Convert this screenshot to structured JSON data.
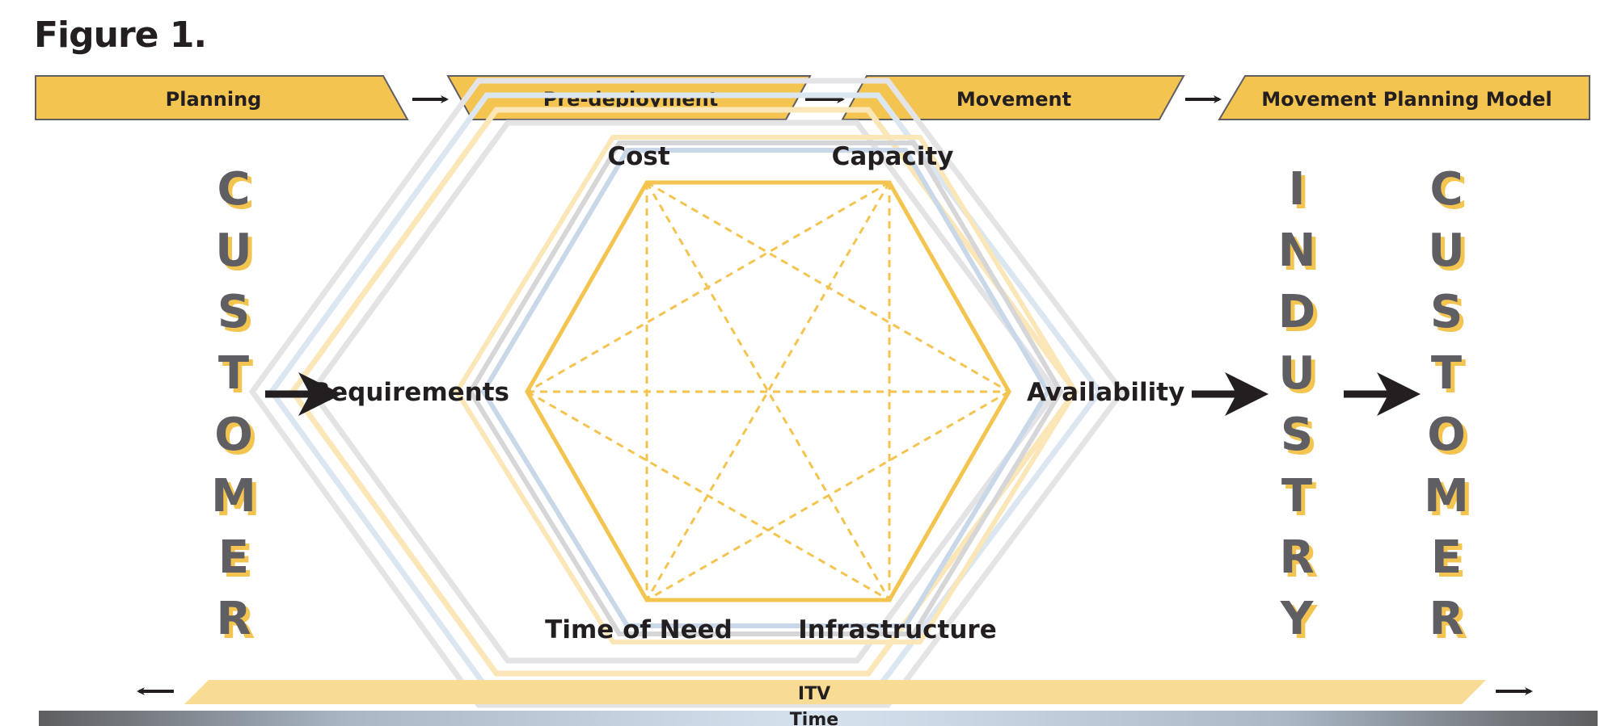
{
  "figure_title": "Figure 1.",
  "stages": [
    "Planning",
    "Pre-deployment",
    "Movement",
    "Movement Planning Model"
  ],
  "nodes": {
    "cost": "Cost",
    "capacity": "Capacity",
    "requirements": "Requirements",
    "availability": "Availability",
    "time_of_need": "Time of Need",
    "infrastructure": "Infrastructure"
  },
  "columns": {
    "left_customer": "CUSTOMER",
    "industry": "INDUSTRY",
    "right_customer": "CUSTOMER"
  },
  "bars": {
    "itv": "ITV",
    "time": "Time"
  },
  "colors": {
    "gold": "#f3c44f",
    "gold_light": "#f8dc93",
    "gray_text": "#5f5e63",
    "dark": "#231f20",
    "blue_gray": "#b9cde0"
  }
}
